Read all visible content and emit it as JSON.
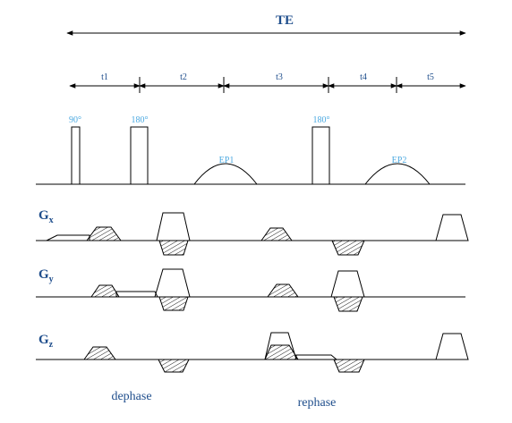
{
  "te_label": "TE",
  "intervals": [
    "t1",
    "t2",
    "t3",
    "t4",
    "t5"
  ],
  "pulses": {
    "p1": "90°",
    "p2": "180°",
    "p3": "180°"
  },
  "echoes": {
    "e1": "EP1",
    "e2": "EP2"
  },
  "gradients": {
    "gx": {
      "base": "G",
      "sub": "x"
    },
    "gy": {
      "base": "G",
      "sub": "y"
    },
    "gz": {
      "base": "G",
      "sub": "z"
    }
  },
  "captions": {
    "dephase": "dephase",
    "rephase": "rephase"
  },
  "colors": {
    "accent_text": "#1f4e8c",
    "pulse_label": "#4aa8e0",
    "line": "#000000"
  }
}
